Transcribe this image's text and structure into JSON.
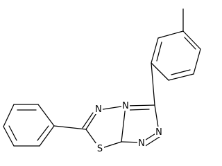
{
  "molecule": {
    "atom_labels": {
      "n_triazole_top": "N",
      "n_bridge": "N",
      "n_triazole_right": "N",
      "n_triazole_bottom": "N",
      "s_thiadiazole": "S"
    },
    "colors": {
      "bond": "#000000",
      "label": "#000000",
      "background": "#ffffff"
    }
  }
}
